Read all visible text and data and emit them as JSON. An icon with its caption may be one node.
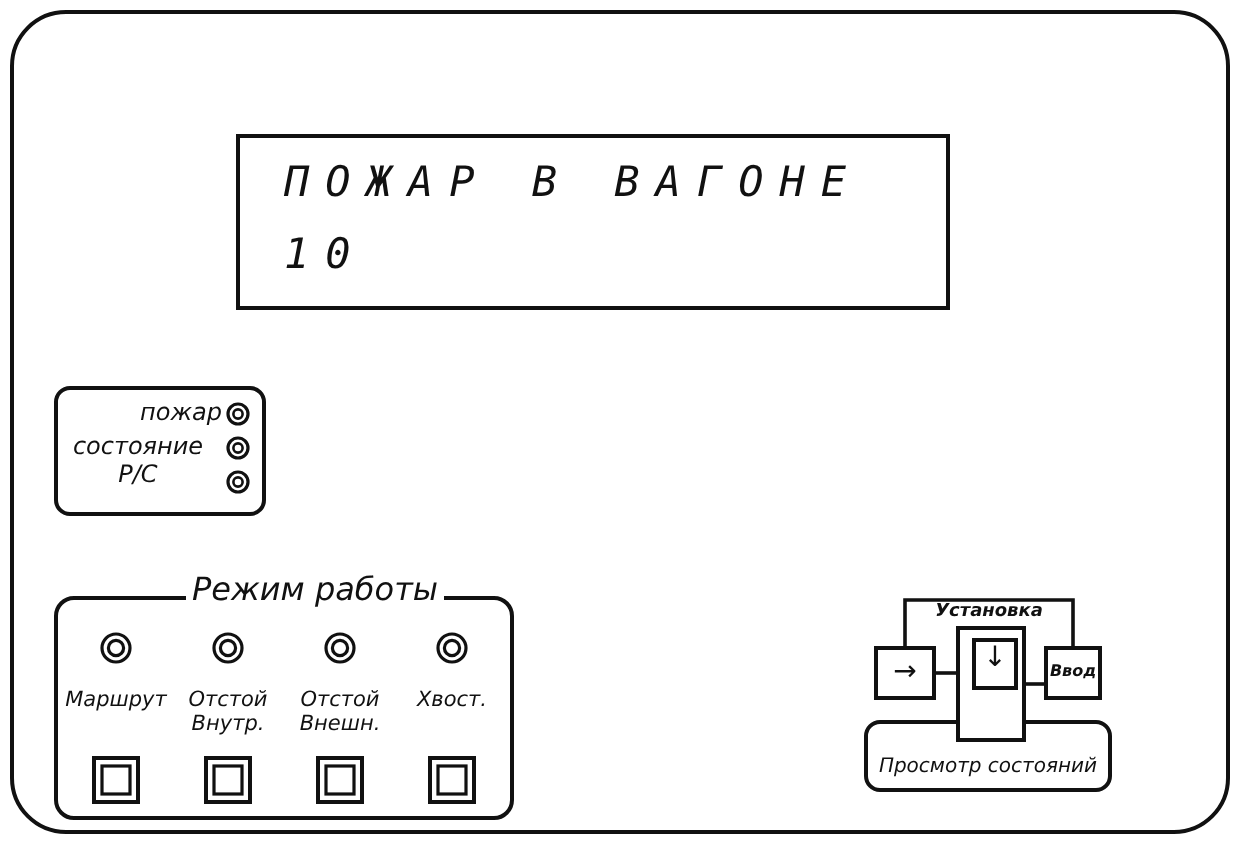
{
  "diagram": {
    "nodes": [
      {
        "text": [],
        "shape": "box"
      },
      {
        "text": [
          "ПОЖАР В ВАГОНЕ",
          "10"
        ],
        "in": 0
      },
      {
        "text": [
          "пожар",
          "состояние Р/С"
        ],
        "in": 0
      },
      {
        "text": [
          "Режим работы",
          "Маршрут",
          "Отстой Внутр.",
          "Отстой Внешн.",
          "Хвост."
        ],
        "in": 0
      },
      {
        "text": [
          "→"
        ],
        "in": 0
      },
      {
        "text": [
          "↓"
        ],
        "in": 0
      },
      {
        "text": [
          "Ввод"
        ],
        "in": 0
      },
      {
        "text": [
          "Просмотр состояний"
        ],
        "in": 0
      }
    ],
    "edges": [
      {
        "from": 4,
        "to": 6,
        "arrow": "none",
        "label": "Установка"
      },
      {
        "from": 4,
        "to": 5,
        "arrow": "none"
      },
      {
        "from": 5,
        "to": 6,
        "arrow": "none"
      }
    ]
  }
}
